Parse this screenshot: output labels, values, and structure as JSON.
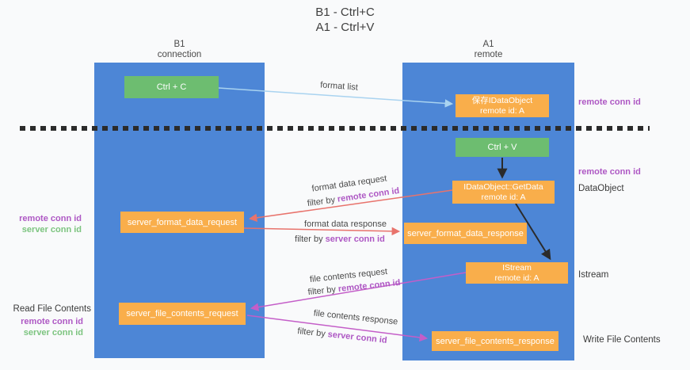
{
  "title": {
    "line1": "B1 - Ctrl+C",
    "line2": "A1 - Ctrl+V"
  },
  "lanes": {
    "left": {
      "name": "B1",
      "role": "connection"
    },
    "right": {
      "name": "A1",
      "role": "remote"
    }
  },
  "nodes": {
    "ctrl_c": {
      "label": "Ctrl + C"
    },
    "ctrl_v": {
      "label": "Ctrl + V"
    },
    "save_idataobject": {
      "line1": "保存IDataObject",
      "line2": "remote id: A"
    },
    "getdata": {
      "line1": "IDataObject::GetData",
      "line2": "remote id: A"
    },
    "istream": {
      "line1": "IStream",
      "line2": "remote id: A"
    },
    "server_format_data_request": {
      "label": "server_format_data_request"
    },
    "server_format_data_response": {
      "label": "server_format_data_response"
    },
    "server_file_contents_request": {
      "label": "server_file_contents_request"
    },
    "server_file_contents_response": {
      "label": "server_file_contents_response"
    }
  },
  "arrow_labels": {
    "format_list": "format list",
    "format_data_request": "format data request",
    "format_data_response": "format data response",
    "file_contents_request": "file contents request",
    "file_contents_response": "file contents response",
    "filter_by": "filter by",
    "remote_conn_id": "remote conn id",
    "server_conn_id": "server conn id"
  },
  "side_labels": {
    "left_top": {
      "remote": "remote conn id",
      "server": "server conn id"
    },
    "left_bottom": {
      "title": "Read File Contents",
      "remote": "remote conn id",
      "server": "server conn id"
    },
    "right": {
      "remote_top": "remote conn id",
      "remote_mid": "remote conn id",
      "dataobject": "DataObject",
      "istream": "Istream",
      "write_file_contents": "Write File Contents"
    }
  },
  "colors": {
    "lane_blue": "#4d86d6",
    "green_box": "#6dbd70",
    "orange_box": "#f9ae4b",
    "salmon_arrow": "#e8736c",
    "magenta_arrow": "#c45ec8",
    "light_blue_arrow": "#a9d3f0",
    "black_arrow": "#2b2b2b",
    "purple_label": "#ae58c4",
    "green_label": "#7cc47f"
  }
}
